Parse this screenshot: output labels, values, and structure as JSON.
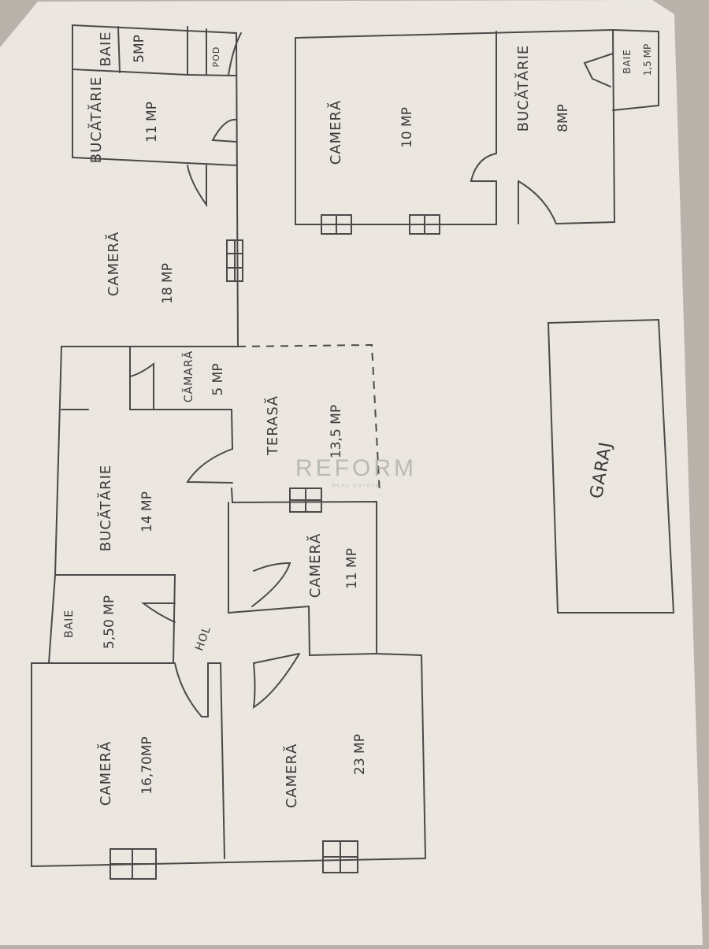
{
  "watermark": {
    "brand": "REFORM",
    "tagline": "REAL ESTATE"
  },
  "house_left": {
    "baie_top": {
      "name": "BAIE",
      "area": "5MP"
    },
    "pod": {
      "name": "POD"
    },
    "bucatarie_top": {
      "name": "BUCĂTĂRIE",
      "area": "11 MP"
    },
    "camera_18": {
      "name": "CAMERĂ",
      "area": "18 MP"
    },
    "camara": {
      "name": "CĂMARĂ",
      "area": "5 MP"
    },
    "terasa": {
      "name": "TERASĂ",
      "area": "13,5 MP"
    },
    "bucatarie_14": {
      "name": "BUCĂTĂRIE",
      "area": "14 MP"
    },
    "camera_11": {
      "name": "CAMERĂ",
      "area": "11 MP"
    },
    "baie_550": {
      "name": "BAIE",
      "area": "5,50 MP"
    },
    "hol": {
      "name": "HOL"
    },
    "camera_1670": {
      "name": "CAMERĂ",
      "area": "16,70MP"
    },
    "camera_23": {
      "name": "CAMERĂ",
      "area": "23 MP"
    }
  },
  "house_right": {
    "camera_10": {
      "name": "CAMERĂ",
      "area": "10 MP"
    },
    "bucatarie_8": {
      "name": "BUCĂTĂRIE",
      "area": "8MP"
    },
    "baie_15": {
      "name": "BAIE",
      "area": "1,5 MP"
    }
  },
  "garage": {
    "name": "GARAJ"
  }
}
